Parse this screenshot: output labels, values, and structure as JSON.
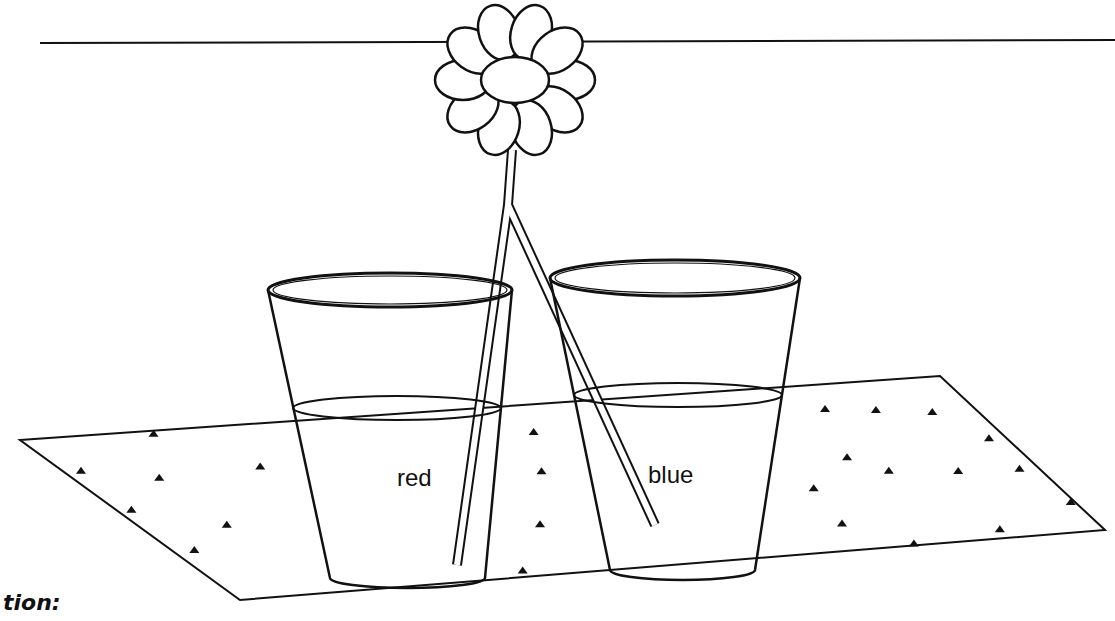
{
  "diagram": {
    "nodes": [
      {
        "text": [
          "red"
        ]
      },
      {
        "text": [
          "blue"
        ]
      }
    ],
    "labels": [
      "tion:"
    ]
  }
}
